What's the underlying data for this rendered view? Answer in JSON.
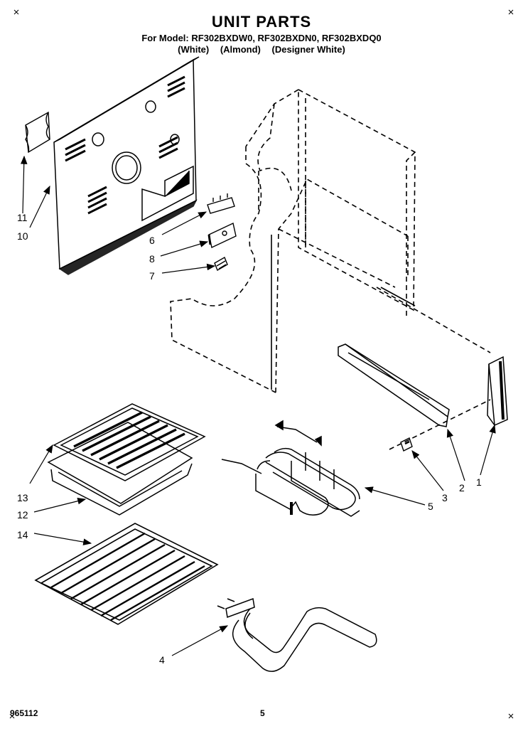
{
  "header": {
    "title": "UNIT PARTS",
    "models_line": "For Model: RF302BXDW0, RF302BXDN0, RF302BXDQ0",
    "variants": [
      "(White)",
      "(Almond)",
      "(Designer White)"
    ]
  },
  "callouts": [
    "1",
    "2",
    "3",
    "4",
    "5",
    "6",
    "7",
    "8",
    "10",
    "11",
    "12",
    "13",
    "14"
  ],
  "footer": {
    "doc_number": "965112",
    "page_number": "5"
  }
}
